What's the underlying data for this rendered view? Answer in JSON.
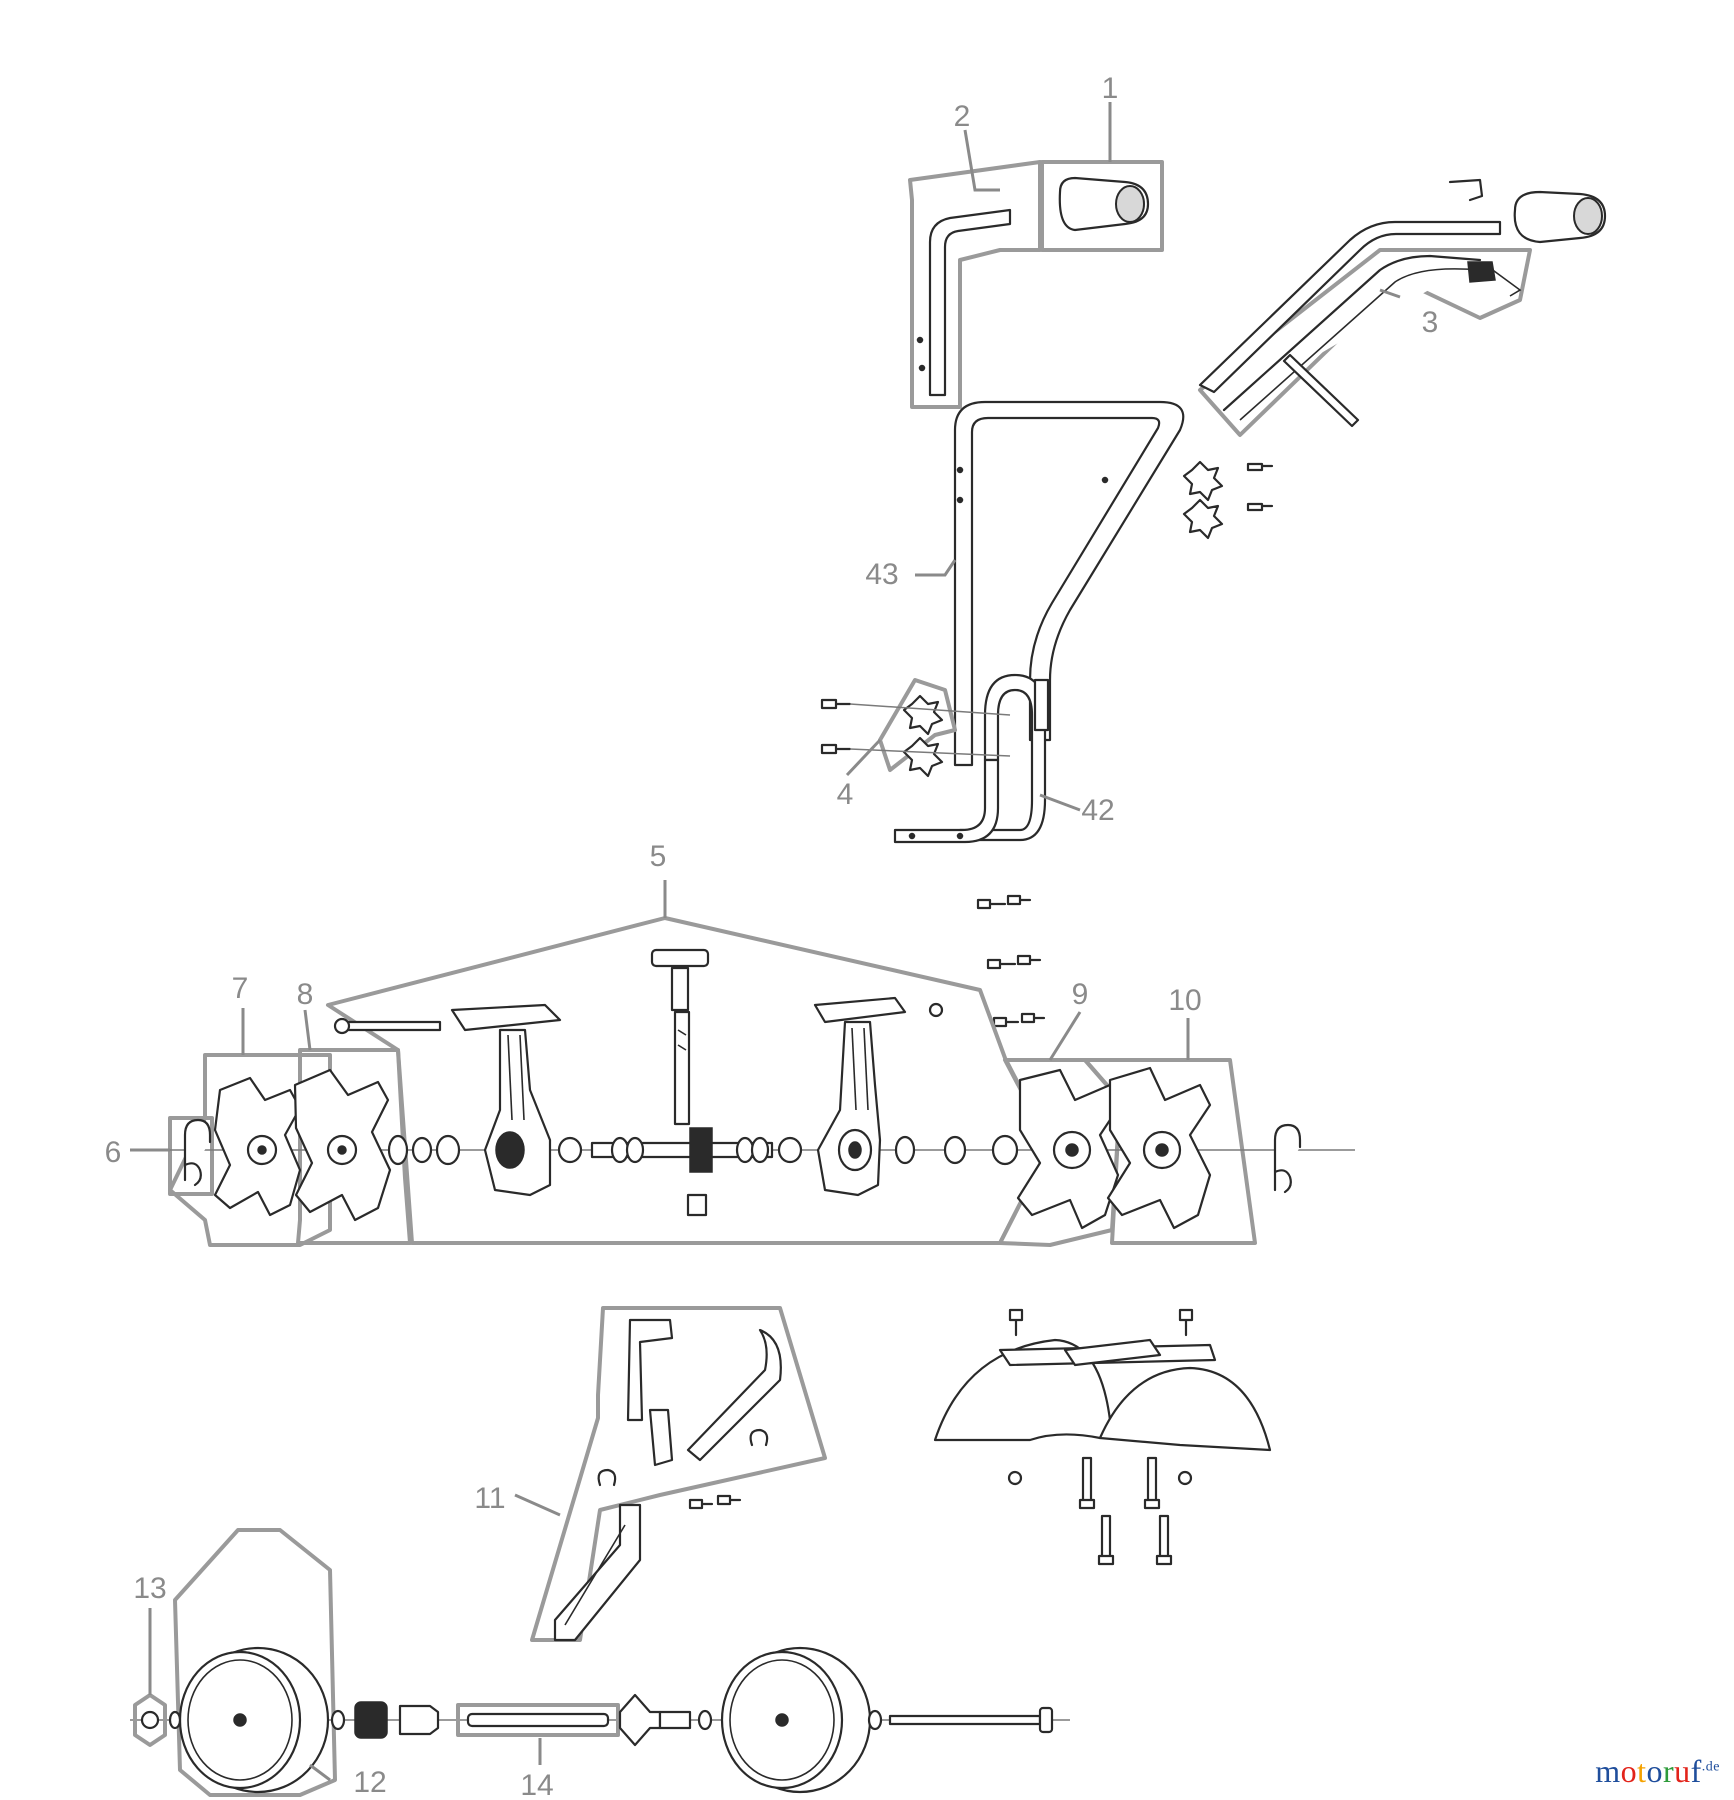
{
  "callouts": {
    "c1": "1",
    "c2": "2",
    "c3": "3",
    "c4": "4",
    "c5": "5",
    "c6": "6",
    "c7": "7",
    "c8": "8",
    "c9": "9",
    "c10": "10",
    "c11": "11",
    "c12": "12",
    "c13": "13",
    "c14": "14",
    "c42": "42",
    "c43": "43"
  },
  "watermark": {
    "letters": [
      "m",
      "o",
      "t",
      "o",
      "r",
      "u",
      "f"
    ],
    "letter_colors": [
      "#1f4e9c",
      "#e2231a",
      "#f5a200",
      "#1f4e9c",
      "#2e9b3a",
      "#e2231a",
      "#1f4e9c"
    ],
    "suffix": ".de"
  }
}
